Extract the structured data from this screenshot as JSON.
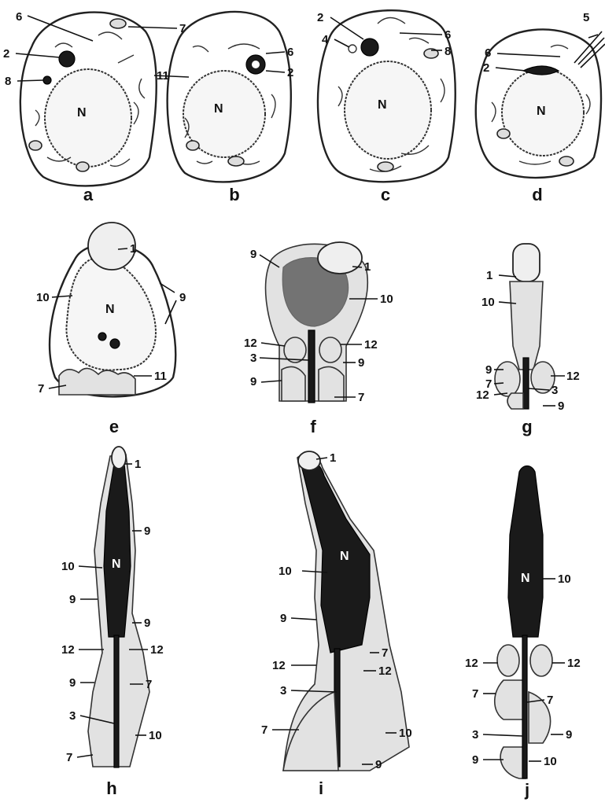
{
  "panels": {
    "a": {
      "label": "a",
      "nucleus": "N",
      "callouts": [
        "6",
        "7",
        "2",
        "8"
      ]
    },
    "b": {
      "label": "b",
      "nucleus": "N",
      "callouts": [
        "11",
        "6",
        "2"
      ]
    },
    "c": {
      "label": "c",
      "nucleus": "N",
      "callouts": [
        "2",
        "4",
        "6",
        "8"
      ]
    },
    "d": {
      "label": "d",
      "nucleus": "N",
      "callouts": [
        "5",
        "6",
        "2"
      ]
    },
    "e": {
      "label": "e",
      "nucleus": "N",
      "callouts": [
        "1",
        "10",
        "9",
        "7",
        "11"
      ]
    },
    "f": {
      "label": "f",
      "nucleus": "",
      "callouts": [
        "9",
        "1",
        "10",
        "12",
        "3",
        "12",
        "9",
        "9",
        "7"
      ]
    },
    "g": {
      "label": "g",
      "nucleus": "",
      "callouts": [
        "1",
        "10",
        "9",
        "7",
        "12",
        "12",
        "3",
        "9"
      ]
    },
    "h": {
      "label": "h",
      "nucleus": "N",
      "callouts": [
        "1",
        "9",
        "10",
        "9",
        "9",
        "12",
        "12",
        "9",
        "7",
        "3",
        "10",
        "7"
      ]
    },
    "i": {
      "label": "i",
      "nucleus": "N",
      "callouts": [
        "1",
        "10",
        "9",
        "7",
        "12",
        "12",
        "3",
        "7",
        "10",
        "9"
      ]
    },
    "j": {
      "label": "j",
      "nucleus": "N",
      "callouts": [
        "10",
        "12",
        "12",
        "7",
        "7",
        "3",
        "9",
        "9",
        "10"
      ]
    }
  },
  "colors": {
    "ink": "#111111",
    "background": "#ffffff",
    "stain": "#1a1a1a"
  }
}
